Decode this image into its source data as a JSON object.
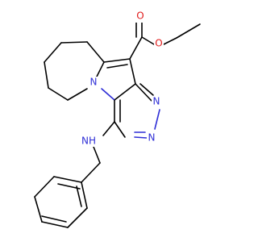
{
  "colors": {
    "carbon": "#000000",
    "nitrogen": "#2f2fd6",
    "oxygen": "#e01b1b",
    "background": "#ffffff"
  },
  "atoms": {
    "o_carbonyl": "O",
    "o_ester": "O",
    "n_ring_bridge": "N",
    "n_pyrimidine_top": "N",
    "n_pyrimidine_bottom": "N",
    "nh_amine": "NH"
  }
}
